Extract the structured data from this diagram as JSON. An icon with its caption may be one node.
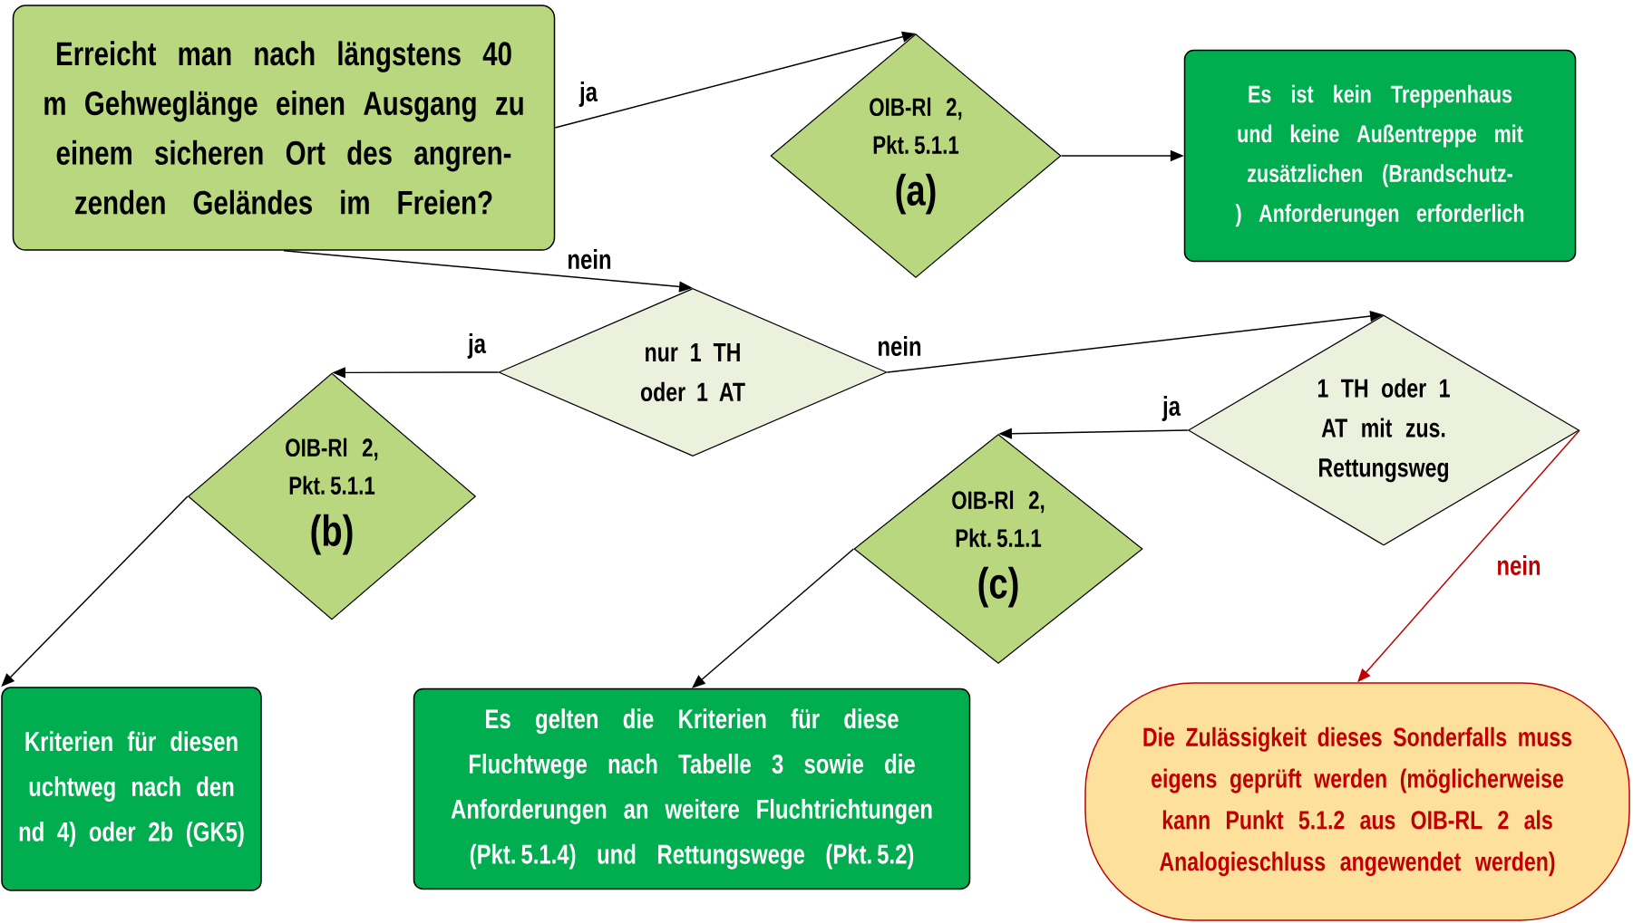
{
  "diagram": {
    "nodes": [
      {
        "text": [
          "Erreicht man nach längstens 40 m Gehweglänge einen Ausgang zu einem sicheren Ort des angren- zenden Geländes im Freien?"
        ]
      },
      {
        "text": [
          "OIB-Rl 2, Pkt. 5.1.1",
          "(a)"
        ]
      },
      {
        "text": [
          "Es ist kein Treppenhaus und keine Außentreppe mit  zusätzlichen (Brandschutz-) Anforderungen erforderlich"
        ]
      },
      {
        "text": [
          "nur 1 TH oder 1 AT"
        ]
      },
      {
        "text": [
          "OIB-Rl 2, Pkt. 5.1.1",
          "(b)"
        ]
      },
      {
        "text": [
          "1 TH oder 1 AT mit zus. Rettungsweg"
        ]
      },
      {
        "text": [
          "OIB-Rl 2, Pkt. 5.1.1",
          "(c)"
        ]
      },
      {
        "text": [
          "Kriterien für diesen uchtweg nach den nd 4) oder 2b (GK5)"
        ]
      },
      {
        "text": [
          "Es gelten die Kriterien für diese Fluchtwege nach Tabelle 3 sowie die Anforderungen an weitere Fluchtrichtungen (Pkt. 5.1.4) und Rettungswege (Pkt. 5.2)"
        ]
      },
      {
        "text": [
          "Die Zulässigkeit dieses Sonderfalls muss  eigens geprüft werden (möglicherweise kann Punkt 5.1.2 aus OIB-RL 2 als Analogieschluss angewendet werden)"
        ]
      }
    ],
    "edges": [
      {
        "from": 0,
        "to": 1,
        "arrow": "to",
        "label": "ja"
      },
      {
        "from": 1,
        "to": 2,
        "arrow": "to"
      },
      {
        "from": 0,
        "to": 3,
        "arrow": "to",
        "label": "nein"
      },
      {
        "from": 3,
        "to": 4,
        "arrow": "to",
        "label": "ja"
      },
      {
        "from": 3,
        "to": 5,
        "arrow": "to",
        "label": "nein"
      },
      {
        "from": 5,
        "to": 6,
        "arrow": "to",
        "label": "ja"
      },
      {
        "from": 5,
        "to": 9,
        "arrow": "to",
        "label": "nein",
        "color": "#c00000"
      },
      {
        "from": 4,
        "to": 7,
        "arrow": "to"
      },
      {
        "from": 6,
        "to": 8,
        "arrow": "to"
      }
    ]
  }
}
